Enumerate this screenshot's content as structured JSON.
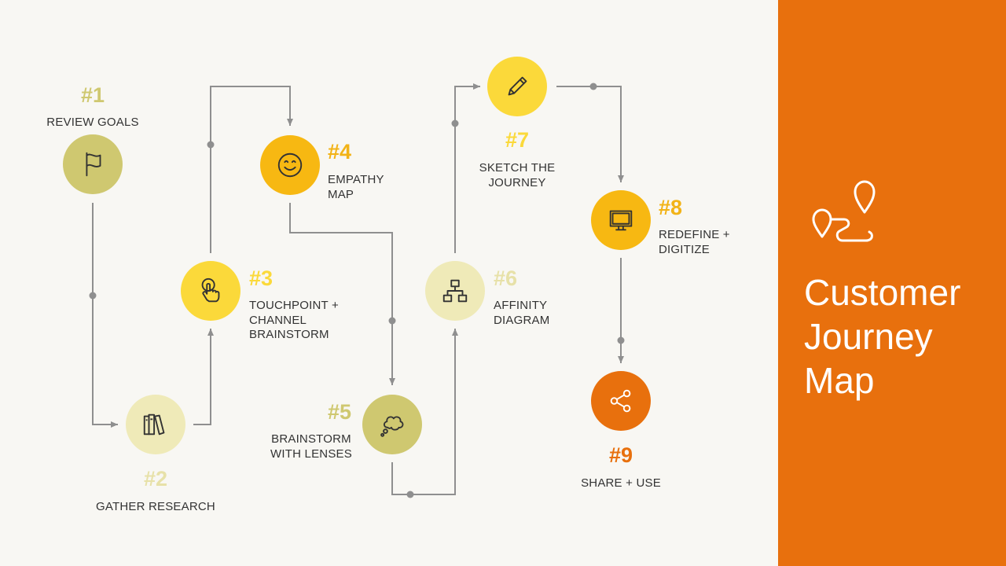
{
  "panel": {
    "title_lines": [
      "Customer",
      "Journey",
      "Map"
    ],
    "background_color": "#e8700d",
    "icon": "route-pins-icon"
  },
  "colors": {
    "background": "#f8f7f3",
    "connector": "#8f8f8f",
    "olive": "#cfc870",
    "yellow": "#fbd93a",
    "gold": "#f7b812",
    "pale": "#efeab8",
    "orange": "#e8700d"
  },
  "steps": [
    {
      "number": "#1",
      "label_lines": [
        "REVIEW GOALS"
      ],
      "icon": "flag-icon",
      "circle_color": "#cfc870",
      "number_color": "#cfc870"
    },
    {
      "number": "#2",
      "label_lines": [
        "GATHER RESEARCH"
      ],
      "icon": "books-icon",
      "circle_color": "#efeab8",
      "number_color": "#e7e1a8"
    },
    {
      "number": "#3",
      "label_lines": [
        "TOUCHPOINT +",
        "CHANNEL",
        "BRAINSTORM"
      ],
      "icon": "pointer-hand-icon",
      "circle_color": "#fbd93a",
      "number_color": "#fbd93a"
    },
    {
      "number": "#4",
      "label_lines": [
        "EMPATHY",
        "MAP"
      ],
      "icon": "smiley-icon",
      "circle_color": "#f7b812",
      "number_color": "#f2b317"
    },
    {
      "number": "#5",
      "label_lines": [
        "BRAINSTORM",
        "WITH LENSES"
      ],
      "icon": "thought-bubble-icon",
      "circle_color": "#cfc870",
      "number_color": "#cfc870"
    },
    {
      "number": "#6",
      "label_lines": [
        "AFFINITY",
        "DIAGRAM"
      ],
      "icon": "hierarchy-icon",
      "circle_color": "#efeab8",
      "number_color": "#e7e1a8"
    },
    {
      "number": "#7",
      "label_lines": [
        "SKETCH THE",
        "JOURNEY"
      ],
      "icon": "pencil-icon",
      "circle_color": "#fbd93a",
      "number_color": "#fbd93a"
    },
    {
      "number": "#8",
      "label_lines": [
        "REDEFINE +",
        "DIGITIZE"
      ],
      "icon": "monitor-icon",
      "circle_color": "#f7b812",
      "number_color": "#f2b317"
    },
    {
      "number": "#9",
      "label_lines": [
        "SHARE + USE"
      ],
      "icon": "share-icon",
      "circle_color": "#e8700d",
      "number_color": "#e8700d"
    }
  ]
}
